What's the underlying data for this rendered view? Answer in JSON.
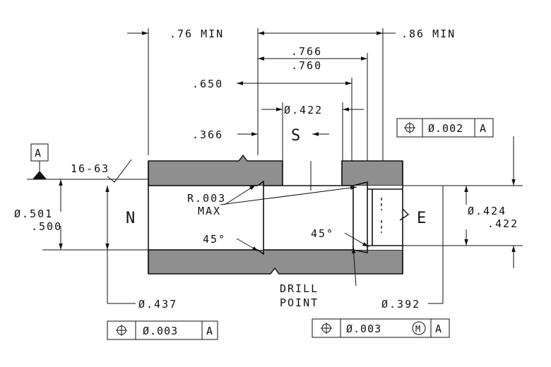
{
  "dimensions": {
    "left_min": ".76 MIN",
    "right_min": ".86 MIN",
    "cbore_upper": ".766",
    "cbore_lower": ".760",
    "depth_650": ".650",
    "dia_422": "Ø.422",
    "depth_366": ".366",
    "section_s": "S",
    "dia_501": "Ø.501",
    "dia_500": ".500",
    "section_n": "N",
    "radius_line1": "R.003",
    "radius_line2": "MAX",
    "angle_left": "45°",
    "angle_right": "45°",
    "section_e": "E",
    "dia_424": "Ø.424",
    "dia_422b": ".422",
    "dia_437": "Ø.437",
    "dia_392": "Ø.392",
    "drill_line1": "DRILL",
    "drill_line2": "POINT",
    "surface_finish": "16-63"
  },
  "datum": {
    "letter": "A"
  },
  "frames": {
    "top": {
      "tolerance": "Ø.002",
      "datum": "A"
    },
    "bottom_left": {
      "tolerance": "Ø.003",
      "datum": "A"
    },
    "bottom_right": {
      "tolerance": "Ø.003",
      "modifier": "M",
      "datum": "A"
    }
  },
  "colors": {
    "section_fill": "#8f8f8f",
    "line": "#111111",
    "background": "#ffffff"
  },
  "icons": {
    "position_symbol": "position-icon",
    "datum_triangle": "datum-triangle-icon"
  }
}
